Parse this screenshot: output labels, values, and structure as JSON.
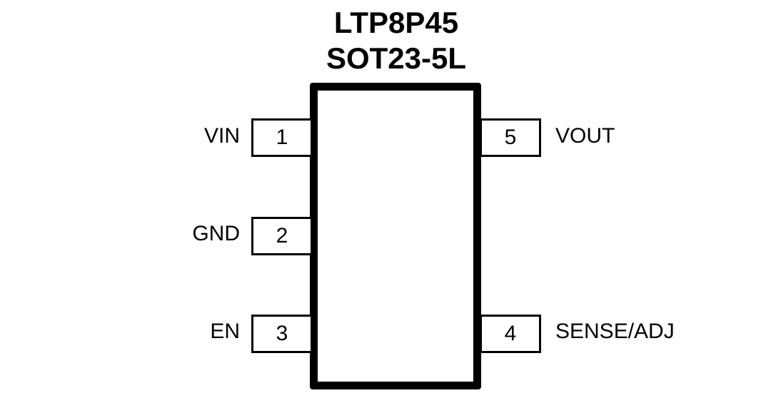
{
  "title": {
    "part_number": "LTP8P45",
    "package": "SOT23-5L"
  },
  "pins": [
    {
      "number": "1",
      "name": "VIN"
    },
    {
      "number": "2",
      "name": "GND"
    },
    {
      "number": "3",
      "name": "EN"
    },
    {
      "number": "4",
      "name": "SENSE/ADJ"
    },
    {
      "number": "5",
      "name": "VOUT"
    }
  ]
}
